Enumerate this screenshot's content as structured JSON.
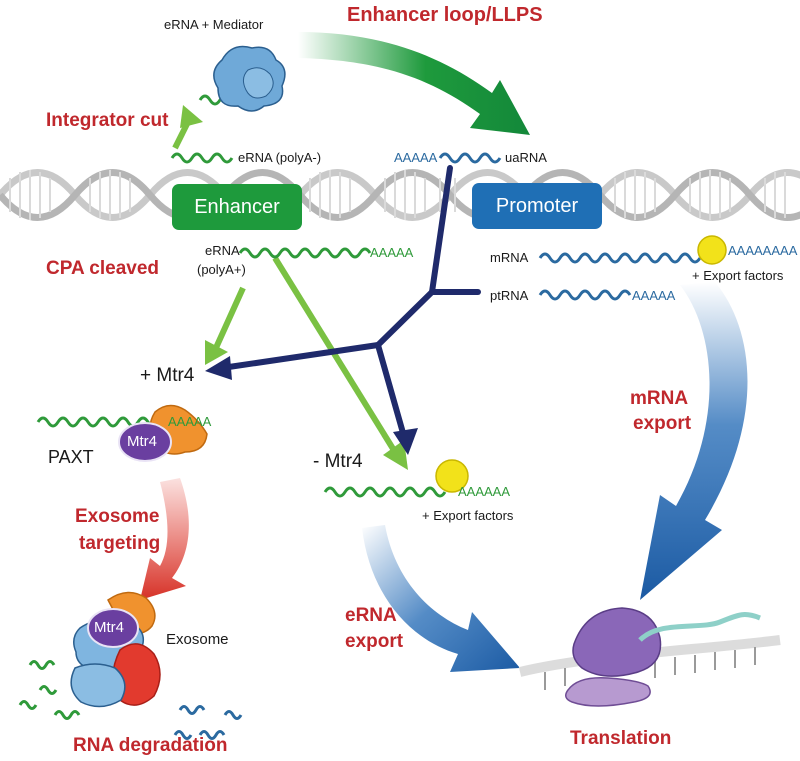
{
  "labels": {
    "erna_mediator": "eRNA + Mediator",
    "enhancer_loop": "Enhancer loop/LLPS",
    "integrator_cut": "Integrator cut",
    "erna_polya_minus": "eRNA (polyA-)",
    "uarna": "uaRNA",
    "uarna_tail": "AAAAA",
    "enhancer": "Enhancer",
    "promoter": "Promoter",
    "cpa_cleaved": "CPA cleaved",
    "erna_polya_plus_1": "eRNA",
    "erna_polya_plus_2": "(polyA+)",
    "erna_tail": "AAAAA",
    "mrna": "mRNA",
    "mrna_tail": "AAAAAAAA",
    "export_factors_top": "+ Export factors",
    "ptrna": "ptRNA",
    "ptrna_tail": "AAAAA",
    "plus_mtr4": "+ Mtr4",
    "mrna_export_1": "mRNA",
    "mrna_export_2": "export",
    "paxt_tail": "AAAAA",
    "mtr4_paxt": "Mtr4",
    "paxt": "PAXT",
    "minus_mtr4": "- Mtr4",
    "export_tail": "AAAAAA",
    "export_factors_bottom": "+ Export factors",
    "exosome_targeting_1": "Exosome",
    "exosome_targeting_2": "targeting",
    "mtr4_exosome": "Mtr4",
    "exosome": "Exosome",
    "erna_export_1": "eRNA",
    "erna_export_2": "export",
    "rna_degradation": "RNA degradation",
    "translation": "Translation"
  },
  "colors": {
    "label_red": "#c0282d",
    "enhancer_green": "#1e9a3c",
    "promoter_blue": "#1f6fb5",
    "erna_green": "#2f9a3a",
    "mrna_blue": "#2b6aa0",
    "navy_arrow": "#1f2a6b",
    "light_green_arrow": "#7ac143",
    "mtr4_purple": "#6a3fa0",
    "export_yellow": "#f2e21a"
  }
}
